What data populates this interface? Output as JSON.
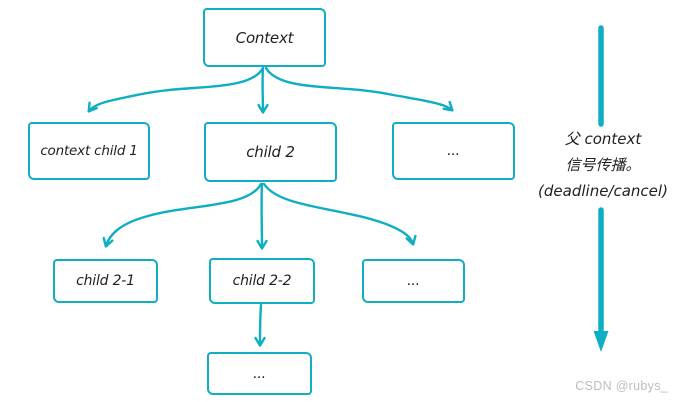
{
  "diagram": {
    "accent_color": "#10aec2",
    "text_color": "#1f1f1f",
    "nodes": {
      "root": {
        "label": "Context"
      },
      "child1": {
        "label": "context child 1"
      },
      "child2": {
        "label": "child 2"
      },
      "child3": {
        "label": "..."
      },
      "child21": {
        "label": "child 2-1"
      },
      "child22": {
        "label": "child 2-2"
      },
      "child23": {
        "label": "..."
      },
      "grandchild": {
        "label": "..."
      }
    },
    "edges": [
      {
        "from": "root",
        "to": "child1"
      },
      {
        "from": "root",
        "to": "child2"
      },
      {
        "from": "root",
        "to": "child3"
      },
      {
        "from": "child2",
        "to": "child21"
      },
      {
        "from": "child2",
        "to": "child22"
      },
      {
        "from": "child2",
        "to": "child23"
      },
      {
        "from": "child22",
        "to": "grandchild"
      }
    ],
    "annotation": {
      "line1": "父 context",
      "line2": "信号传播。",
      "line3": "(deadline/cancel)"
    },
    "watermark": "CSDN @rubys_"
  }
}
